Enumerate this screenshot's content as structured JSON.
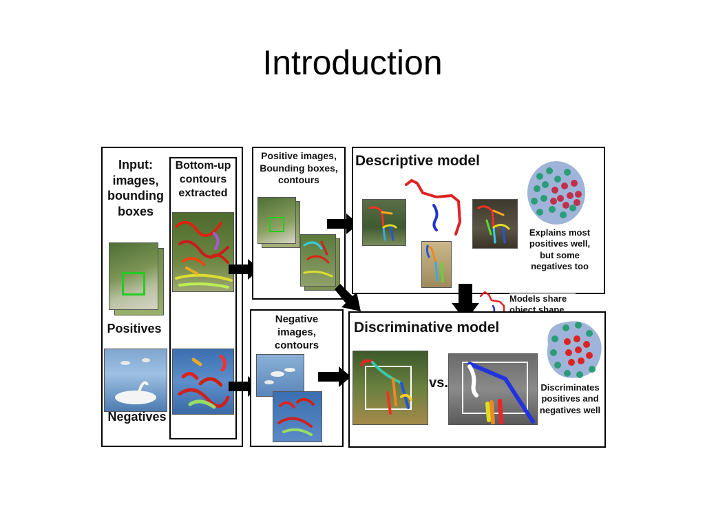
{
  "slide": {
    "title": "Introduction"
  },
  "diagram": {
    "input_panel": {
      "label": "Input:\nimages,\nbounding\nboxes",
      "positives_label": "Positives",
      "negatives_label": "Negatives"
    },
    "contours_panel": {
      "label": "Bottom-up\ncontours\nextracted"
    },
    "positive_panel": {
      "label": "Positive images,\nBounding boxes,\ncontours"
    },
    "negative_panel": {
      "label": "Negative\nimages,\ncontours"
    },
    "descriptive_model": {
      "title": "Descriptive model",
      "caption": "Explains most\npositives well,\nbut some\nnegatives too"
    },
    "shared_shape_label": "Models share\nobject shape",
    "discriminative_model": {
      "title": "Discriminative model",
      "vs_label": "vs.",
      "caption": "Discriminates\npositives and\nnegatives well"
    },
    "colors": {
      "positive_dot": "#2a9d78",
      "negative_dot": "#c0304a",
      "cluster_fill": "#9fb4d8",
      "bbox_green": "#22cc22"
    }
  }
}
